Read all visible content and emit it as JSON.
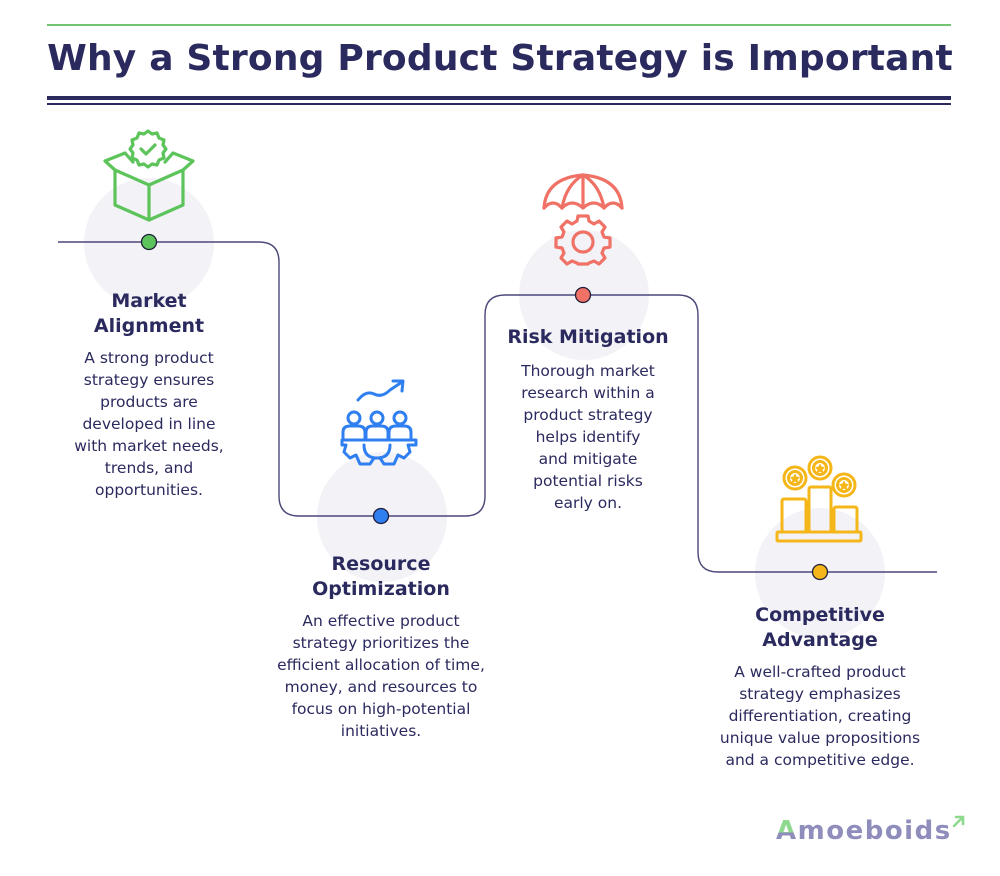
{
  "title": "Why a Strong Product Strategy is Important",
  "colors": {
    "navy": "#2b2a5e",
    "green_rule": "#72c472",
    "circle_bg": "#f2f2f7",
    "market_green": "#5cc45a",
    "resource_blue": "#2f7ff0",
    "risk_red": "#f07165",
    "competitive_yellow": "#f5b619",
    "logo_gray": "#8f8dbb",
    "logo_green": "#8fd98f"
  },
  "steps": [
    {
      "heading_line1": "Market",
      "heading_line2": "Alignment",
      "icon": "box-check-icon",
      "dot_color": "#5cc45a",
      "description": [
        "A strong product",
        "strategy ensures",
        "products are",
        "developed in line",
        "with market needs,",
        "trends, and",
        "opportunities."
      ]
    },
    {
      "heading_line1": "Resource",
      "heading_line2": "Optimization",
      "icon": "team-gear-growth-icon",
      "dot_color": "#2f7ff0",
      "description": [
        "An effective product",
        "strategy prioritizes the",
        "efficient allocation of time,",
        "money, and resources to",
        "focus on high-potential",
        "initiatives."
      ]
    },
    {
      "heading_line1": "Risk Mitigation",
      "heading_line2": "",
      "icon": "umbrella-gear-icon",
      "dot_color": "#f07165",
      "description": [
        "Thorough market",
        "research within a",
        "product strategy",
        "helps identify",
        "and mitigate",
        "potential risks",
        "early on."
      ]
    },
    {
      "heading_line1": "Competitive",
      "heading_line2": "Advantage",
      "icon": "podium-stars-icon",
      "dot_color": "#f5b619",
      "description": [
        "A well-crafted product",
        "strategy emphasizes",
        "differentiation, creating",
        "unique value propositions",
        "and a competitive edge."
      ]
    }
  ],
  "logo": {
    "first_letter": "A",
    "rest": "moeboids"
  }
}
